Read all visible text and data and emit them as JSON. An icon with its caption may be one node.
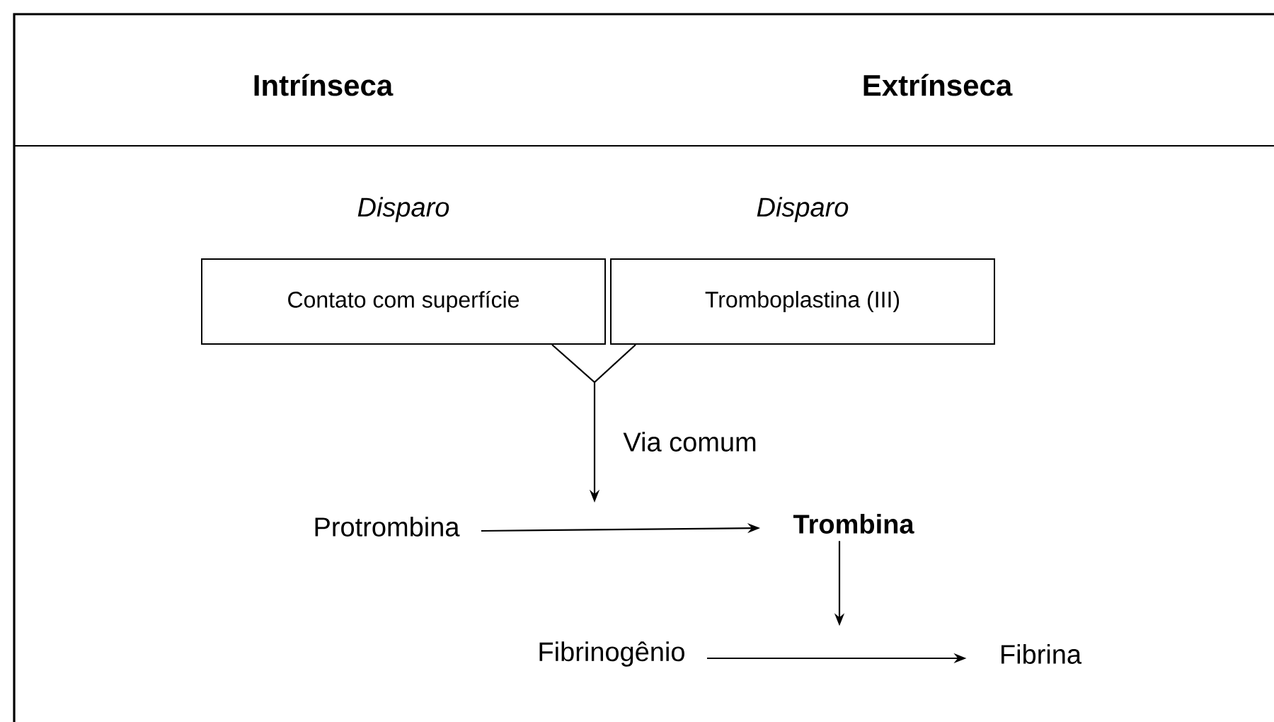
{
  "diagram": {
    "nodes": [
      {
        "text": [
          "Disparo",
          "Contato com superfície"
        ]
      },
      {
        "text": [
          "Disparo",
          "Tromboplastina (III)"
        ]
      },
      {
        "text": [
          "Protrombina"
        ]
      },
      {
        "text": [
          "Trombina"
        ]
      },
      {
        "text": [
          "Fibrinogênio"
        ]
      },
      {
        "text": [
          "Fibrina"
        ]
      }
    ],
    "edges": [
      {
        "from": 0,
        "to": null,
        "arrow": "to",
        "label": "Via comum"
      },
      {
        "from": 1,
        "to": null,
        "arrow": "to"
      },
      {
        "from": 2,
        "to": 3,
        "arrow": "to"
      },
      {
        "from": 3,
        "to": null,
        "arrow": "to"
      },
      {
        "from": 4,
        "to": 5,
        "arrow": "to"
      }
    ],
    "labels": [
      "Intrínseca",
      "Extrínseca"
    ]
  }
}
